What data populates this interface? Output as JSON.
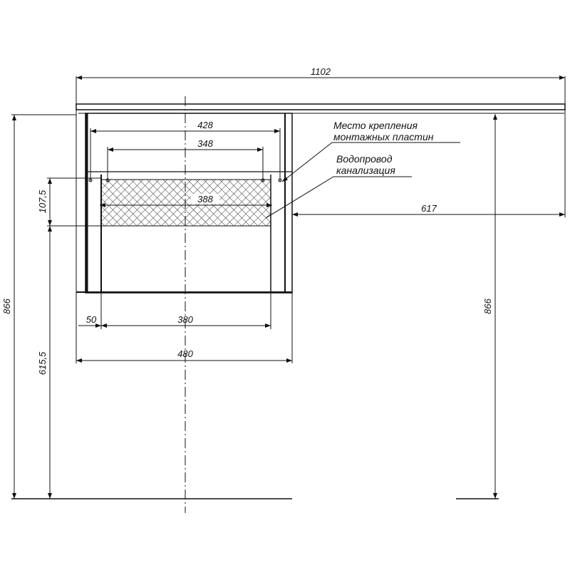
{
  "drawing": {
    "type": "technical dimension drawing",
    "units": "mm",
    "dimensions": {
      "total_width": "1102",
      "inner_width_top": "428",
      "mount_plate_spacing": "348",
      "plumbing_zone_width": "388",
      "plumbing_zone_height": "107,5",
      "right_offset": "617",
      "total_height_left": "866",
      "total_height_right": "866",
      "plumbing_height_from_floor": "615,5",
      "side_offset": "50",
      "bottom_inner_width": "380",
      "cabinet_width": "480"
    },
    "annotations": {
      "mounting_plates_line1": "Место крепления",
      "mounting_plates_line2": "монтажных пластин",
      "plumbing_line1": "Водопровод",
      "plumbing_line2": "канализация"
    },
    "colors": {
      "line": "#111111",
      "background": "#ffffff",
      "hatch": "#333333"
    }
  }
}
